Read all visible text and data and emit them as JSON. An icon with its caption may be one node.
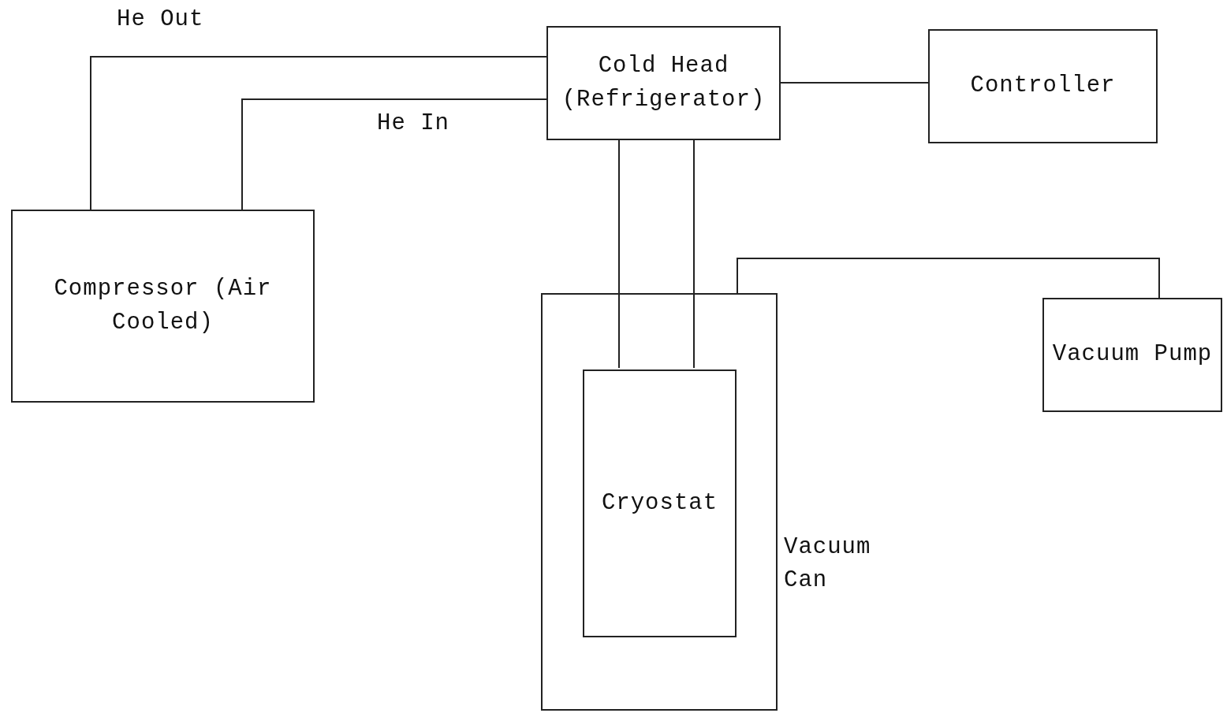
{
  "diagram": {
    "nodes": [
      {
        "text": [
          "Cold Head (Refrigerator)"
        ]
      },
      {
        "text": [
          "Controller"
        ]
      },
      {
        "text": [
          "Compressor (Air Cooled)"
        ]
      },
      {
        "text": [
          "Vacuum Can"
        ]
      },
      {
        "text": [
          "Cryostat"
        ],
        "in": 3
      },
      {
        "text": [
          "Vacuum Pump"
        ]
      }
    ],
    "edges": [
      {
        "from": 2,
        "to": 0,
        "arrow": "none",
        "label": "He Out"
      },
      {
        "from": 2,
        "to": 0,
        "arrow": "none",
        "label": "He In"
      },
      {
        "from": 0,
        "to": 1,
        "arrow": "none"
      },
      {
        "from": 0,
        "to": 4,
        "arrow": "none"
      },
      {
        "from": 0,
        "to": 4,
        "arrow": "none"
      },
      {
        "from": 5,
        "to": 3,
        "arrow": "none"
      }
    ]
  }
}
